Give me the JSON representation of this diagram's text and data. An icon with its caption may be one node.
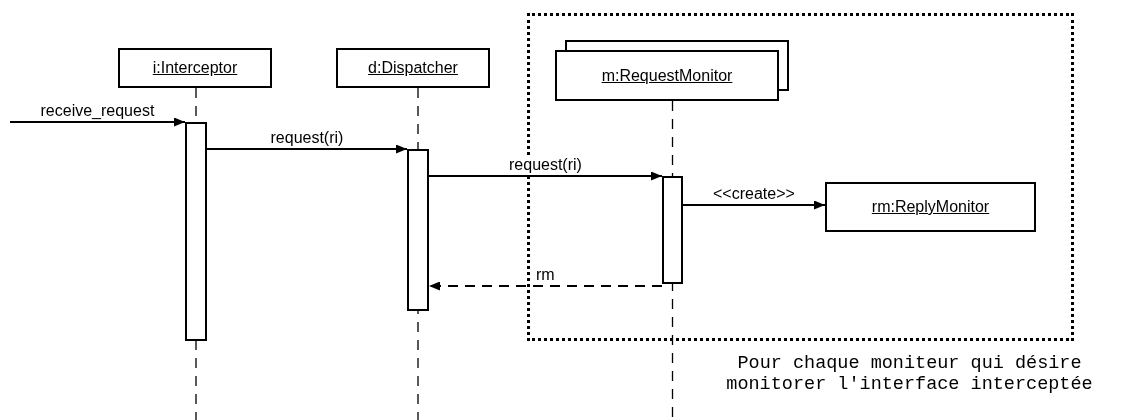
{
  "diagram": {
    "nodes": [
      {
        "text": [
          "i:Interceptor"
        ]
      },
      {
        "text": [
          "d:Dispatcher"
        ]
      },
      {
        "text": [
          "Pour chaque moniteur qui désire monitorer l'interface interceptée"
        ]
      },
      {
        "text": [
          "m:RequestMonitor"
        ],
        "in": 2
      },
      {
        "text": [
          "rm:ReplyMonitor"
        ],
        "in": 2
      },
      {
        "text": [],
        "shape": "bar"
      },
      {
        "text": [],
        "shape": "bar"
      },
      {
        "text": [],
        "shape": "bar",
        "in": 2
      }
    ],
    "edges": [
      {
        "from": null,
        "to": 5,
        "arrow": "to",
        "label": "receive_request"
      },
      {
        "from": 5,
        "to": 6,
        "arrow": "to",
        "label": "request(ri)"
      },
      {
        "from": 6,
        "to": 7,
        "arrow": "to",
        "label": "request(ri)"
      },
      {
        "from": 7,
        "to": 4,
        "arrow": "to",
        "label": "<<create>>"
      },
      {
        "from": 7,
        "to": 6,
        "arrow": "to",
        "label": "rm",
        "style": "dashed"
      }
    ]
  }
}
